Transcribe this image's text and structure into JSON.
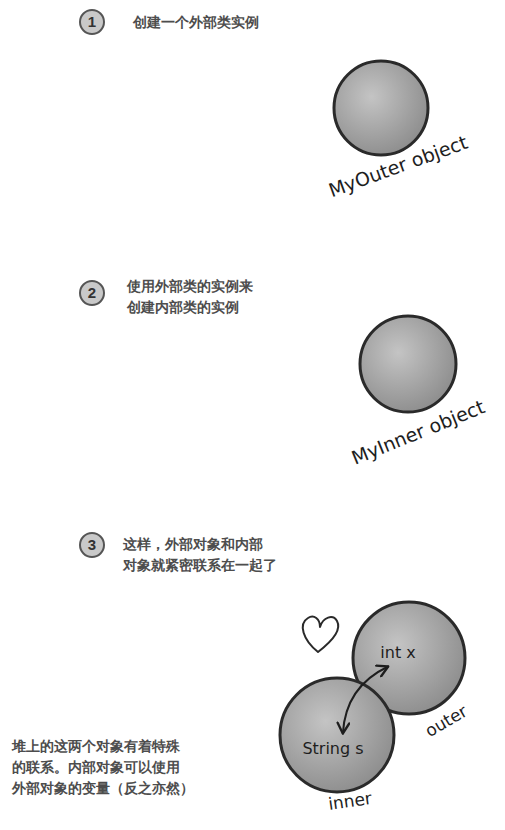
{
  "diagram": {
    "nodes": [
      {
        "text": [
          "MyOuter object"
        ]
      },
      {
        "text": [
          "MyInner object"
        ]
      },
      {
        "text": [
          "int x",
          "outer"
        ]
      },
      {
        "text": [
          "String s",
          "inner"
        ]
      }
    ],
    "edges": [
      {
        "from": 3,
        "to": 2,
        "arrow": "both"
      }
    ],
    "labels": [
      "1",
      "创建一个外部类实例",
      "2",
      "使用外部类的实例来 创建内部类的实例",
      "3",
      "这样，外部对象和内部 对象就紧密联系在一起了",
      "堆上的这两个对象有着特殊 的联系。内部对象可以使用 外部对象的变量（反之亦然）"
    ]
  }
}
